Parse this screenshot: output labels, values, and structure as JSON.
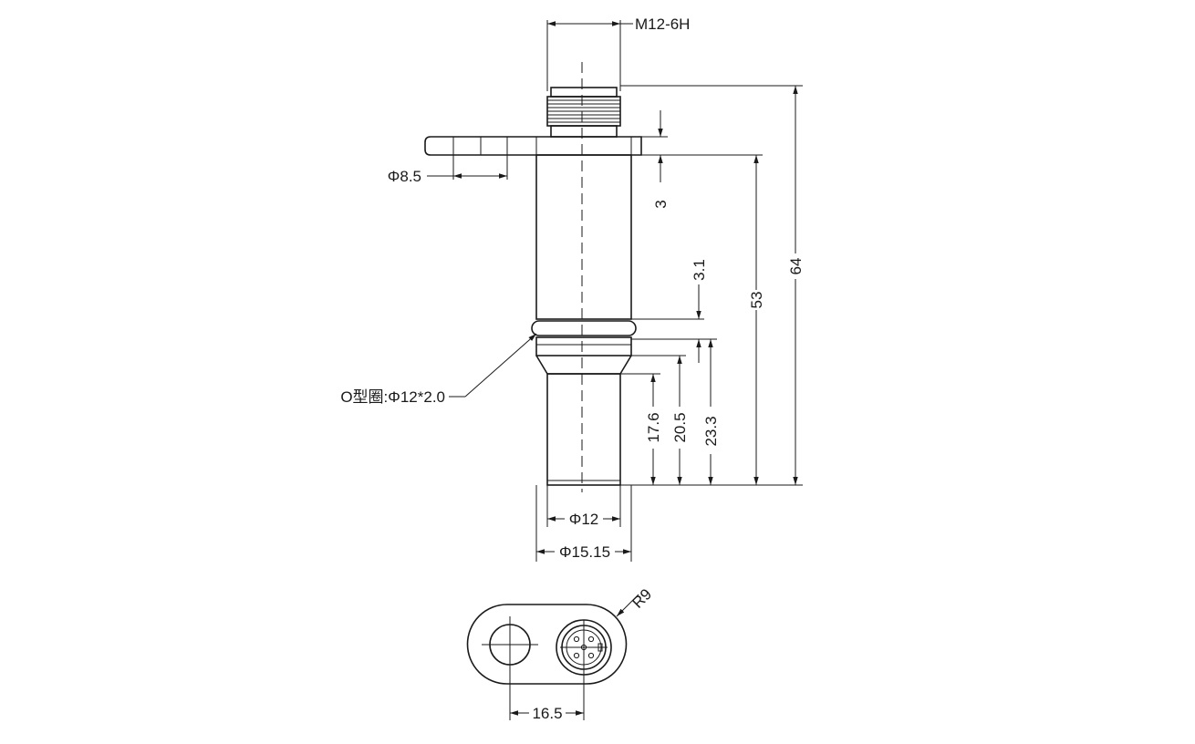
{
  "dimensions": {
    "thread": "M12-6H",
    "hole_dia": "Φ8.5",
    "flange_thk": "3",
    "groove": "3.1",
    "oring": "O型圈:Φ12*2.0",
    "len_53": "53",
    "len_64": "64",
    "len_17_6": "17.6",
    "len_20_5": "20.5",
    "len_23_3": "23.3",
    "dia_12": "Φ12",
    "dia_15_15": "Φ15.15",
    "radius": "R9",
    "center_dist": "16.5"
  },
  "colors": {
    "line": "#1a1a1a",
    "background": "#ffffff"
  }
}
